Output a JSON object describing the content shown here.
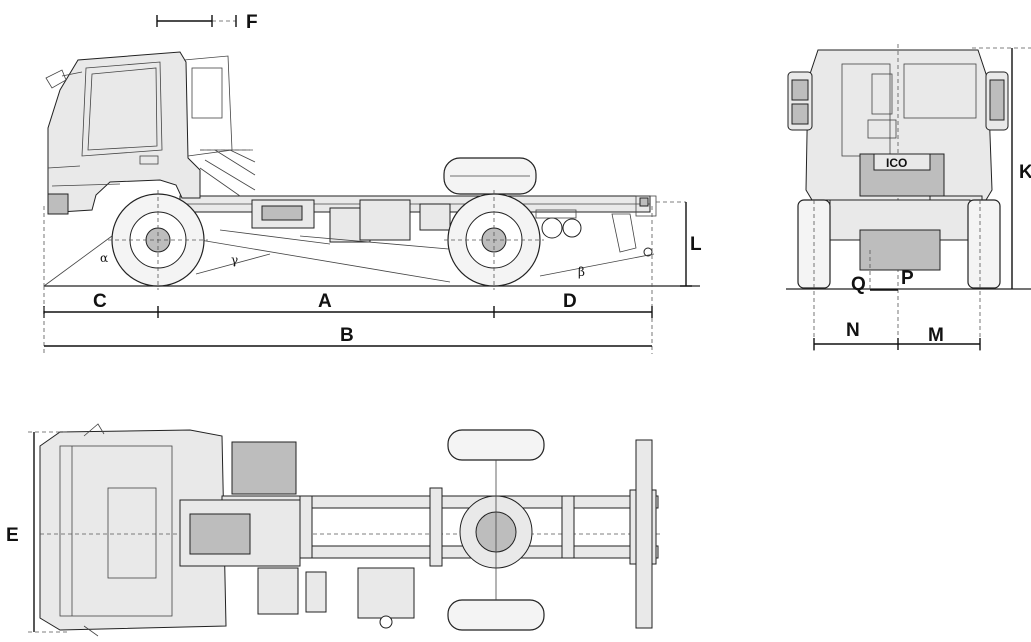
{
  "diagram": {
    "dimension_labels": {
      "A": "A",
      "B": "B",
      "C": "C",
      "D": "D",
      "E": "E",
      "F": "F",
      "K": "K",
      "L": "L",
      "M": "M",
      "N": "N",
      "P": "P",
      "Q": "Q"
    },
    "angle_labels": {
      "alpha": "α",
      "gamma": "γ",
      "beta": "β"
    },
    "views": {
      "side": {
        "cab_badge": ""
      },
      "front": {
        "grille_logo": "ICO"
      }
    }
  }
}
